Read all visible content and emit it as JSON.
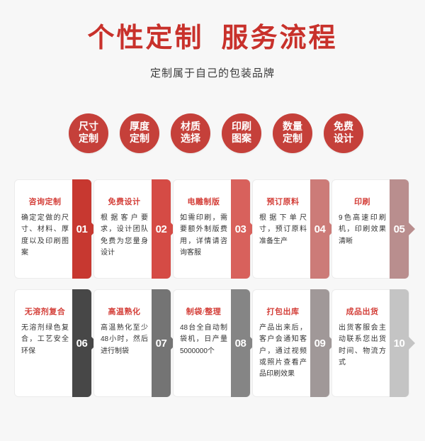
{
  "header": {
    "title": "个性定制  服务流程",
    "subtitle": "定制属于自己的包装品牌"
  },
  "colors": {
    "background": "#f7f7f7",
    "brand_red": "#c8312b",
    "circle_red": "#c5403a",
    "card_title_red": "#d4403a",
    "tab_01": "#c73830",
    "tab_02": "#d54b45",
    "tab_03": "#d8615c",
    "tab_04": "#cc7b78",
    "tab_05": "#b98e8e",
    "tab_06": "#474747",
    "tab_07": "#747474",
    "tab_08": "#858585",
    "tab_09": "#a09898",
    "tab_10": "#c4c4c4"
  },
  "circles": [
    {
      "line1": "尺寸",
      "line2": "定制"
    },
    {
      "line1": "厚度",
      "line2": "定制"
    },
    {
      "line1": "材质",
      "line2": "选择"
    },
    {
      "line1": "印刷",
      "line2": "图案"
    },
    {
      "line1": "数量",
      "line2": "定制"
    },
    {
      "line1": "免费",
      "line2": "设计"
    }
  ],
  "steps_row1": [
    {
      "number": "01",
      "title": "咨询定制",
      "desc": "确定定做的尺寸、材料、厚度以及印刷图案",
      "color": "#c73830"
    },
    {
      "number": "02",
      "title": "免费设计",
      "desc": "根据客户要求，设计团队免费为您量身设计",
      "color": "#d54b45"
    },
    {
      "number": "03",
      "title": "电雕制版",
      "desc": "如需印刷，需要额外制版费用，详情请咨询客服",
      "color": "#d8615c"
    },
    {
      "number": "04",
      "title": "预订原料",
      "desc": "根据下单尺寸，预订原料准备生产",
      "color": "#cc7b78"
    },
    {
      "number": "05",
      "title": "印刷",
      "desc": "9色高速印刷机，印刷效果清晰",
      "color": "#b98e8e"
    }
  ],
  "steps_row2": [
    {
      "number": "06",
      "title": "无溶剂复合",
      "desc": "无溶剂绿色复合，工艺安全环保",
      "color": "#474747"
    },
    {
      "number": "07",
      "title": "高温熟化",
      "desc": "高温熟化至少48小时，然后进行制袋",
      "color": "#747474"
    },
    {
      "number": "08",
      "title": "制袋/整理",
      "desc": "48台全自动制袋机，日产量5000000个",
      "color": "#858585"
    },
    {
      "number": "09",
      "title": "打包出库",
      "desc": "产品出来后，客户会通知客户，通过视频或照片查看产品印刷效果",
      "color": "#a09898"
    },
    {
      "number": "10",
      "title": "成品出货",
      "desc": "出货客服会主动联系您出货时间、物流方式",
      "color": "#c4c4c4"
    }
  ]
}
